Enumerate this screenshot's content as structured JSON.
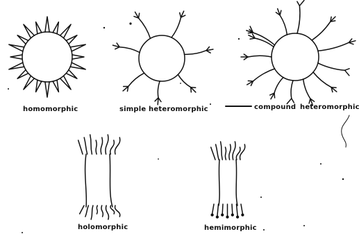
{
  "figure": {
    "labels": {
      "homomorphic": "homomorphic",
      "simple_heteromorphic": "simple heteromorphic",
      "compound_word": "compound",
      "compound_heteromorphic_word": "heteromorphic",
      "holomorphic": "holomorphic",
      "hemimorphic": "hemimorphic"
    }
  },
  "style": {
    "ink": "#111111",
    "paper": "#ffffff"
  }
}
